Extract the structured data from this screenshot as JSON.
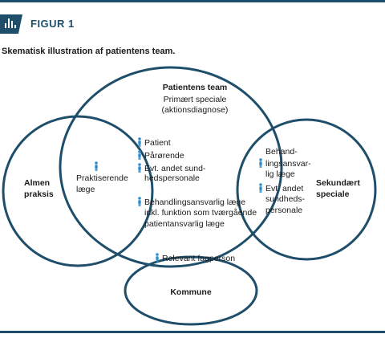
{
  "figure": {
    "label": "FIGUR 1",
    "caption": "Skematisk illustration af patientens team."
  },
  "icons": {
    "badge": "bar-chart-icon",
    "person": "person-icon"
  },
  "colors": {
    "accent": "#1f4e6b",
    "person": "#2f8bc9"
  },
  "diagram": {
    "main_circle": {
      "title": "Patientens team",
      "subtitle_line1": "Primært speciale",
      "subtitle_line2": "(aktionsdiagnose)",
      "items": [
        {
          "line1": "Patient"
        },
        {
          "line1": "Pårørende"
        },
        {
          "line1": "Evt. andet sund-",
          "line2": "hedspersonale"
        },
        {
          "line1": "Behandlingsansvarlig læge",
          "line2": "inkl. funktion som tværgående",
          "line3": "patientansvarlig læge"
        }
      ]
    },
    "left_circle": {
      "line1": "Almen",
      "line2": "praksis"
    },
    "left_overlap": {
      "line1": "Praktiserende",
      "line2": "læge"
    },
    "right_circle": {
      "line1": "Sekundært",
      "line2": "speciale"
    },
    "right_overlap": {
      "item1": [
        "Behand-",
        "lingsansvar-",
        "lig læge"
      ],
      "item2": [
        "Evt. andet",
        "sundheds-",
        "personale"
      ]
    },
    "bottom_overlap": {
      "label": "Relevant fagperson"
    },
    "bottom_circle": {
      "label": "Kommune"
    }
  }
}
